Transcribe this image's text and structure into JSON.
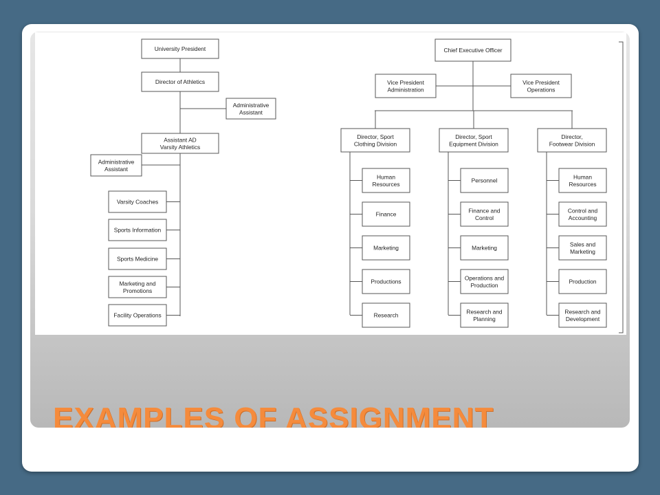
{
  "slide": {
    "title": "EXAMPLES OF ASSIGNMENT",
    "title_color": "#f58b3c",
    "background_color": "#466a85"
  },
  "university_chart": {
    "root": "University President",
    "level1": "Director of Athletics",
    "staff1": [
      "Administrative",
      "Assistant"
    ],
    "level2": [
      "Assistant AD",
      "Varsity Athletics"
    ],
    "staff2": [
      "Administrative",
      "Assistant"
    ],
    "units": [
      [
        "Varsity Coaches"
      ],
      [
        "Sports Information"
      ],
      [
        "Sports Medicine"
      ],
      [
        "Marketing and",
        "Promotions"
      ],
      [
        "Facility Operations"
      ]
    ]
  },
  "corporate_chart": {
    "root": "Chief Executive Officer",
    "vp_left": [
      "Vice President",
      "Administration"
    ],
    "vp_right": [
      "Vice President",
      "Operations"
    ],
    "divisions": [
      {
        "title": [
          "Director, Sport",
          "Clothing Division"
        ],
        "units": [
          [
            "Human",
            "Resources"
          ],
          [
            "Finance"
          ],
          [
            "Marketing"
          ],
          [
            "Productions"
          ],
          [
            "Research"
          ]
        ]
      },
      {
        "title": [
          "Director, Sport",
          "Equipment Division"
        ],
        "units": [
          [
            "Personnel"
          ],
          [
            "Finance and",
            "Control"
          ],
          [
            "Marketing"
          ],
          [
            "Operations and",
            "Production"
          ],
          [
            "Research and",
            "Planning"
          ]
        ]
      },
      {
        "title": [
          "Director,",
          "Footwear Division"
        ],
        "units": [
          [
            "Human",
            "Resources"
          ],
          [
            "Control and",
            "Accounting"
          ],
          [
            "Sales and",
            "Marketing"
          ],
          [
            "Production"
          ],
          [
            "Research and",
            "Development"
          ]
        ]
      }
    ]
  }
}
